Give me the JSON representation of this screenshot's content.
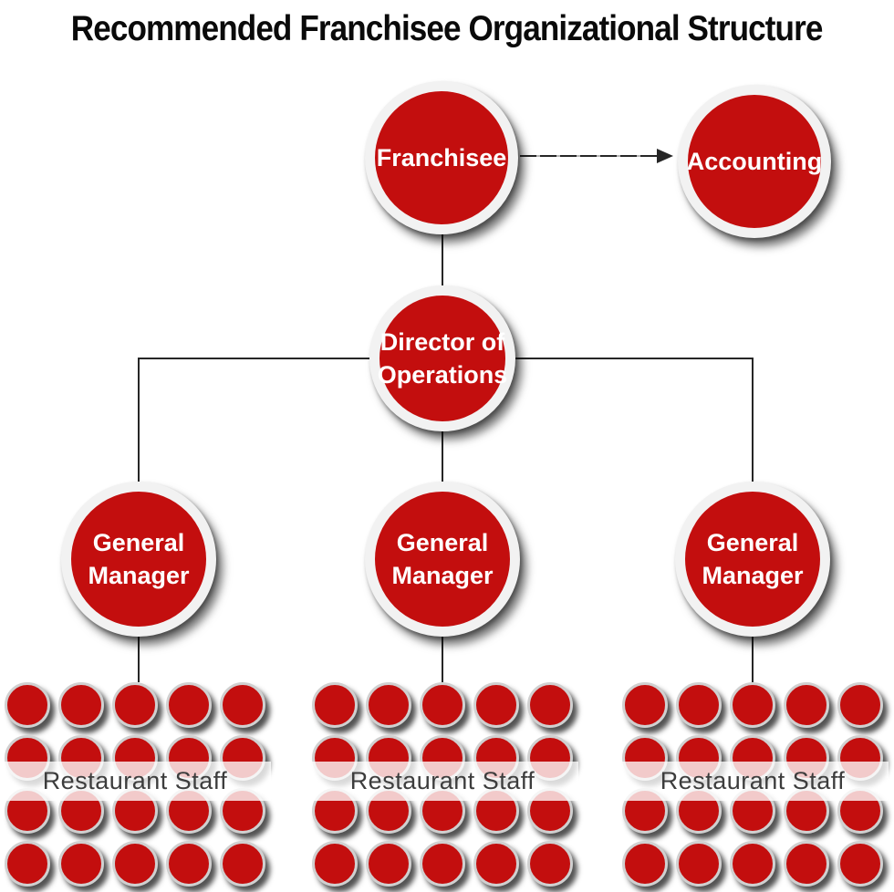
{
  "title": "Recommended Franchisee Organizational Structure",
  "colors": {
    "node_red": "#c30e0e",
    "ring_white": "#f2f2f2",
    "staff_ring": "#d0d0d0",
    "connector_dark": "#262626",
    "label_white": "#ffffff",
    "band_bg": "rgba(255,255,255,0.78)",
    "band_text": "#3d3d3d",
    "title_black": "#0a0a0a"
  },
  "nodes": {
    "franchisee": {
      "label": "Franchisee"
    },
    "accounting": {
      "label": "Accounting"
    },
    "director": {
      "label": [
        "Director of",
        "Operations"
      ]
    },
    "gm_left": {
      "label": [
        "General",
        "Manager"
      ]
    },
    "gm_middle": {
      "label": [
        "General",
        "Manager"
      ]
    },
    "gm_right": {
      "label": [
        "General",
        "Manager"
      ]
    }
  },
  "staff_groups": [
    {
      "label": "Restaurant Staff",
      "rows": 4,
      "cols": 5
    },
    {
      "label": "Restaurant Staff",
      "rows": 4,
      "cols": 5
    },
    {
      "label": "Restaurant Staff",
      "rows": 4,
      "cols": 5
    }
  ]
}
